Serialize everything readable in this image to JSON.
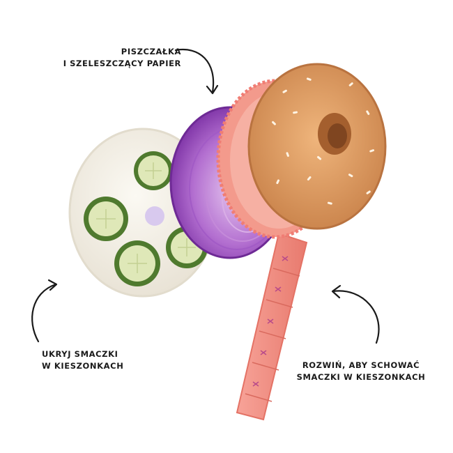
{
  "callouts": {
    "top": [
      "PISZCZAŁKA",
      "I SZELESZCZĄCY PAPIER"
    ],
    "left": [
      "UKRYJ SMACZKI",
      "W KIESZONKACH"
    ],
    "right": [
      "ROZWIŃ, ABY SCHOWAĆ",
      "SMACZKI W KIESZONKACH"
    ]
  },
  "colors": {
    "background": "#ffffff",
    "cream_cheese": "#f3efe6",
    "cucumber_skin": "#4f7a2e",
    "cucumber_flesh": "#dfe8b8",
    "onion": "#8a3fb0",
    "salmon_fur": "#f39a8c",
    "bagel": "#d9955a",
    "strap": "#f08a7e",
    "arrow": "#1a1a1a"
  },
  "icons": [
    "arrow-top-icon",
    "arrow-left-icon",
    "arrow-right-icon"
  ]
}
